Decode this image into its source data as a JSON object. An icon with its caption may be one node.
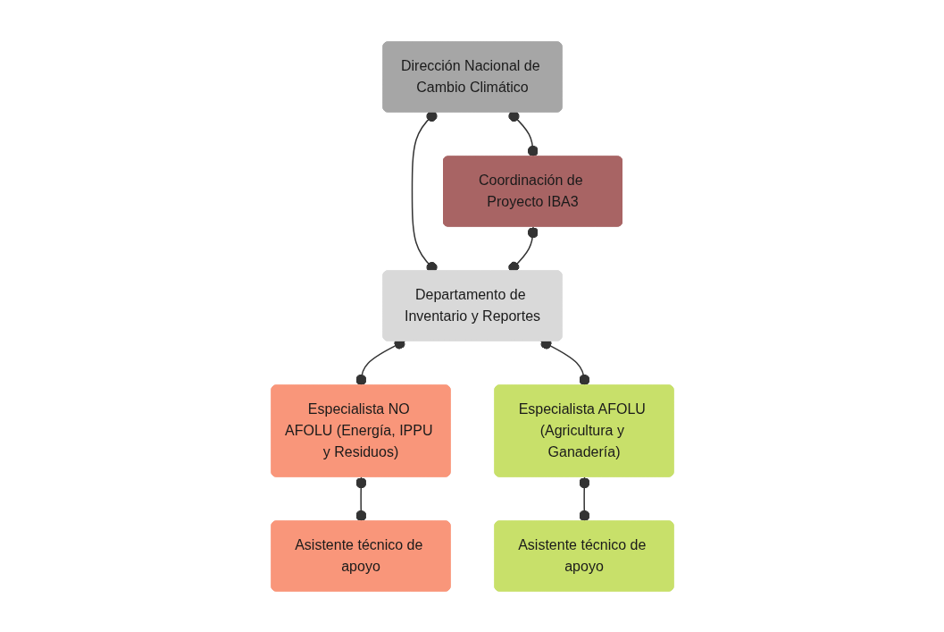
{
  "diagram": {
    "nodes": [
      {
        "text": [
          "Dirección Nacional de Cambio Climático"
        ]
      },
      {
        "text": [
          "Coordinación de Proyecto IBA3"
        ]
      },
      {
        "text": [
          "Departamento de Inventario y Reportes"
        ]
      },
      {
        "text": [
          "Especialista NO AFOLU (Energía, IPPU y Residuos)"
        ]
      },
      {
        "text": [
          "Especialista AFOLU (Agricultura y Ganadería)"
        ]
      },
      {
        "text": [
          "Asistente técnico de apoyo"
        ]
      },
      {
        "text": [
          "Asistente técnico de apoyo"
        ]
      }
    ],
    "edges": [
      {
        "from": 0,
        "to": 1,
        "arrow": "other"
      },
      {
        "from": 0,
        "to": 2,
        "arrow": "other"
      },
      {
        "from": 1,
        "to": 2,
        "arrow": "other"
      },
      {
        "from": 2,
        "to": 3,
        "arrow": "other"
      },
      {
        "from": 2,
        "to": 4,
        "arrow": "other"
      },
      {
        "from": 3,
        "to": 5,
        "arrow": "other"
      },
      {
        "from": 4,
        "to": 6,
        "arrow": "other"
      }
    ]
  }
}
